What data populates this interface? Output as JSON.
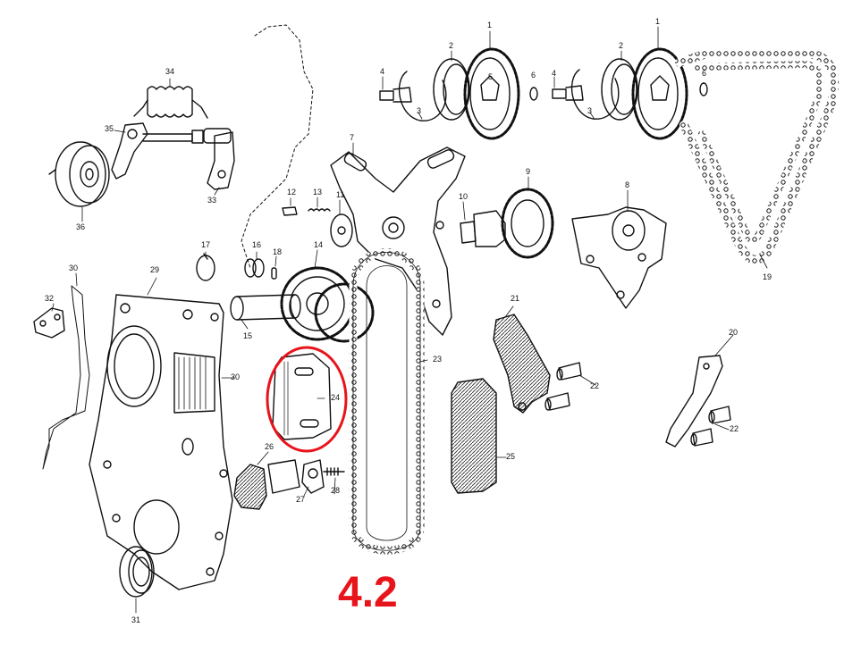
{
  "diagram": {
    "version_label": "4.2",
    "highlight_color": "#e8141b",
    "ink_color": "#111111",
    "highlighted_part": "24",
    "part_labels": [
      {
        "id": "p1a",
        "text": "1"
      },
      {
        "id": "p1b",
        "text": "1"
      },
      {
        "id": "p2a",
        "text": "2"
      },
      {
        "id": "p2b",
        "text": "2"
      },
      {
        "id": "p3a",
        "text": "3"
      },
      {
        "id": "p3b",
        "text": "3"
      },
      {
        "id": "p4a",
        "text": "4"
      },
      {
        "id": "p4b",
        "text": "4"
      },
      {
        "id": "p5",
        "text": "5"
      },
      {
        "id": "p6a",
        "text": "6"
      },
      {
        "id": "p6b",
        "text": "6"
      },
      {
        "id": "p7",
        "text": "7"
      },
      {
        "id": "p8",
        "text": "8"
      },
      {
        "id": "p9",
        "text": "9"
      },
      {
        "id": "p10",
        "text": "10"
      },
      {
        "id": "p11",
        "text": "11"
      },
      {
        "id": "p12",
        "text": "12"
      },
      {
        "id": "p13",
        "text": "13"
      },
      {
        "id": "p14",
        "text": "14"
      },
      {
        "id": "p15",
        "text": "15"
      },
      {
        "id": "p16",
        "text": "16"
      },
      {
        "id": "p17",
        "text": "17"
      },
      {
        "id": "p18",
        "text": "18"
      },
      {
        "id": "p19",
        "text": "19"
      },
      {
        "id": "p20",
        "text": "20"
      },
      {
        "id": "p21",
        "text": "21"
      },
      {
        "id": "p22a",
        "text": "22"
      },
      {
        "id": "p22b",
        "text": "22"
      },
      {
        "id": "p23",
        "text": "23"
      },
      {
        "id": "p24",
        "text": "24"
      },
      {
        "id": "p25",
        "text": "25"
      },
      {
        "id": "p26",
        "text": "26"
      },
      {
        "id": "p27",
        "text": "27"
      },
      {
        "id": "p28",
        "text": "28"
      },
      {
        "id": "p29",
        "text": "29"
      },
      {
        "id": "p30a",
        "text": "30"
      },
      {
        "id": "p30b",
        "text": "30"
      },
      {
        "id": "p31",
        "text": "31"
      },
      {
        "id": "p32",
        "text": "32"
      },
      {
        "id": "p33",
        "text": "33"
      },
      {
        "id": "p34",
        "text": "34"
      },
      {
        "id": "p35",
        "text": "35"
      },
      {
        "id": "p36",
        "text": "36"
      }
    ]
  }
}
